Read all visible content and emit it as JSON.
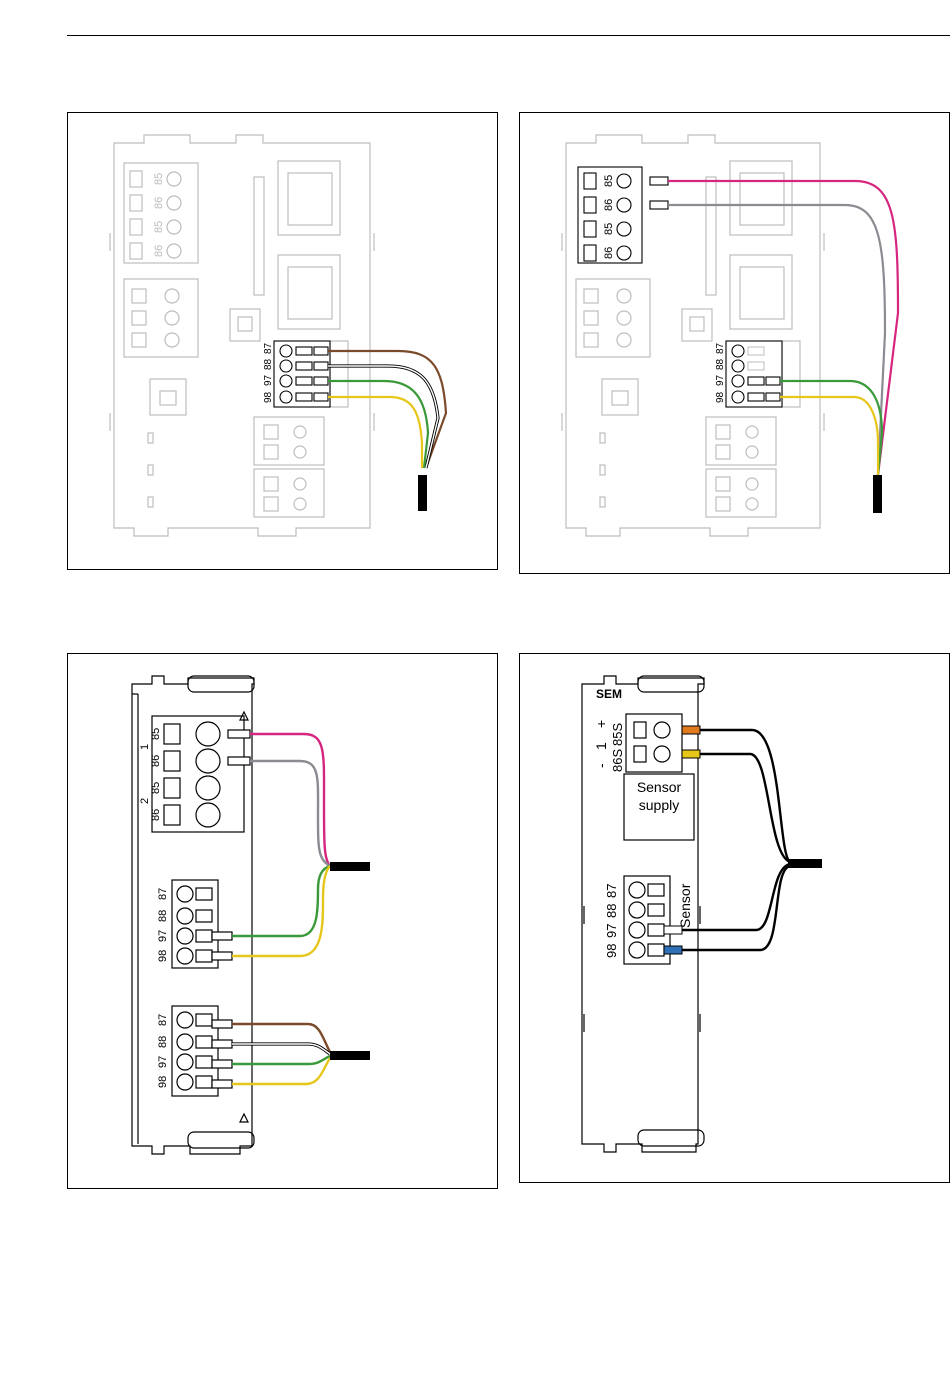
{
  "terminals": {
    "t85": "85",
    "t86": "86",
    "t87": "87",
    "t88": "88",
    "t97": "97",
    "t98": "98",
    "t85s": "85S",
    "t86s": "86S"
  },
  "slot_labels": {
    "one": "1",
    "two": "2"
  },
  "sem_module": {
    "name": "SEM",
    "plus": "+",
    "one": "1",
    "minus": "-",
    "supply_line1": "Sensor",
    "supply_line2": "supply",
    "sensor": "Sensor"
  },
  "wire_colors": {
    "brown": "#7a4a2a",
    "white": "#ffffff",
    "green": "#3a9a3a",
    "yellow": "#e6c619",
    "magenta": "#d6267f",
    "grey": "#8a8c92",
    "orange": "#e07a1f",
    "blue": "#2f6fb5",
    "black": "#000000"
  },
  "icons": [
    "rj45-port-icon",
    "pcb-connector-icon",
    "cable-sleeve-icon"
  ]
}
